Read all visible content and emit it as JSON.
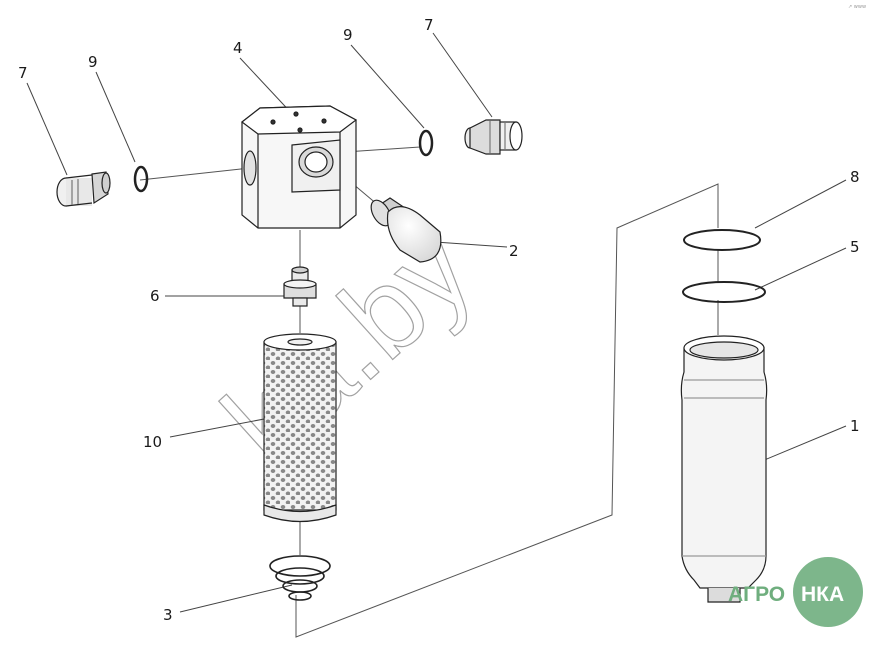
{
  "diagram": {
    "callouts": [
      "1",
      "2",
      "3",
      "4",
      "5",
      "6",
      "7",
      "7",
      "8",
      "9",
      "9",
      "10"
    ],
    "watermark": "ka.by",
    "logo": {
      "text_left": "АГРО",
      "text_right": "НКА",
      "color": "#6fae7e"
    },
    "corner_mark": "↗ www"
  }
}
